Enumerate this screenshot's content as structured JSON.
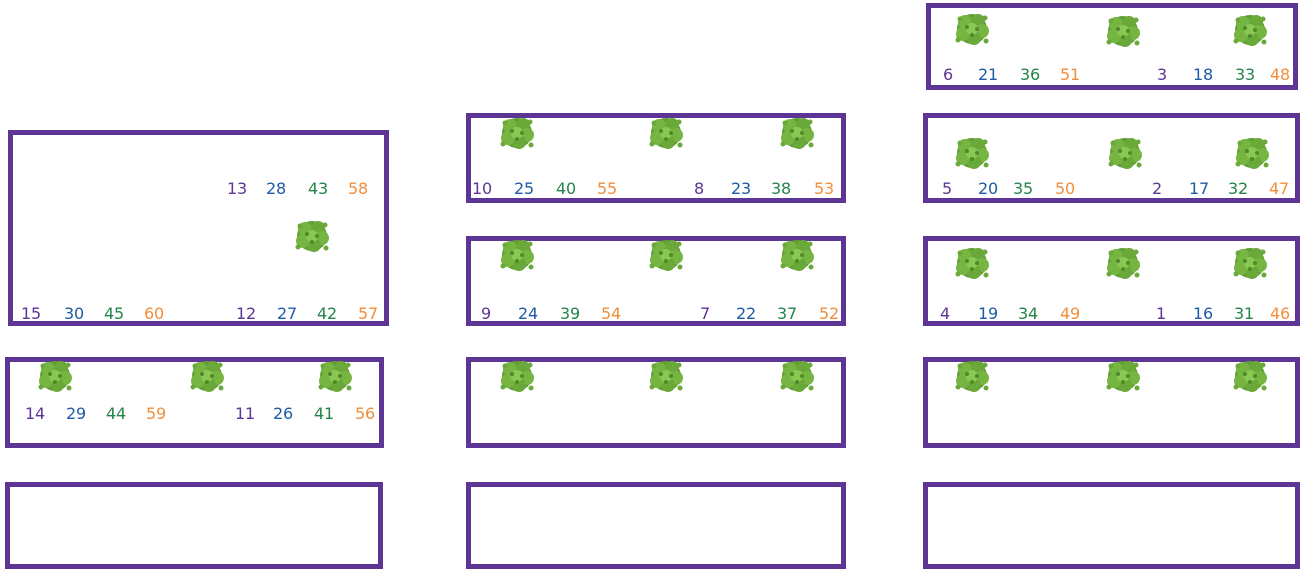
{
  "colors": {
    "border": "#5d3594",
    "purple": "#5d3594",
    "blue": "#1f5aa6",
    "green": "#24844a",
    "orange": "#f28e3a",
    "tree": "#6aa83a"
  },
  "icons": {
    "tree": "tree-icon"
  },
  "plots": {
    "r1c3": {
      "labels": {
        "n6": "6",
        "n21": "21",
        "n36": "36",
        "n51": "51",
        "n3": "3",
        "n18": "18",
        "n33": "33",
        "n48": "48"
      }
    },
    "r2c2": {
      "labels": {
        "n10": "10",
        "n25": "25",
        "n40": "40",
        "n55": "55",
        "n8": "8",
        "n23": "23",
        "n38": "38",
        "n53": "53"
      }
    },
    "r2c3": {
      "labels": {
        "n5": "5",
        "n20": "20",
        "n35": "35",
        "n50": "50",
        "n2": "2",
        "n17": "17",
        "n32": "32",
        "n47": "47"
      }
    },
    "big": {
      "labels": {
        "n13": "13",
        "n28": "28",
        "n43": "43",
        "n58": "58",
        "n15": "15",
        "n30": "30",
        "n45": "45",
        "n60": "60",
        "n12": "12",
        "n27": "27",
        "n42": "42",
        "n57": "57"
      }
    },
    "r3c2": {
      "labels": {
        "n9": "9",
        "n24": "24",
        "n39": "39",
        "n54": "54",
        "n7": "7",
        "n22": "22",
        "n37": "37",
        "n52": "52"
      }
    },
    "r3c3": {
      "labels": {
        "n4": "4",
        "n19": "19",
        "n34": "34",
        "n49": "49",
        "n1": "1",
        "n16": "16",
        "n31": "31",
        "n46": "46"
      }
    },
    "r4c1": {
      "labels": {
        "n14": "14",
        "n29": "29",
        "n44": "44",
        "n59": "59",
        "n11": "11",
        "n26": "26",
        "n41": "41",
        "n56": "56"
      }
    }
  }
}
